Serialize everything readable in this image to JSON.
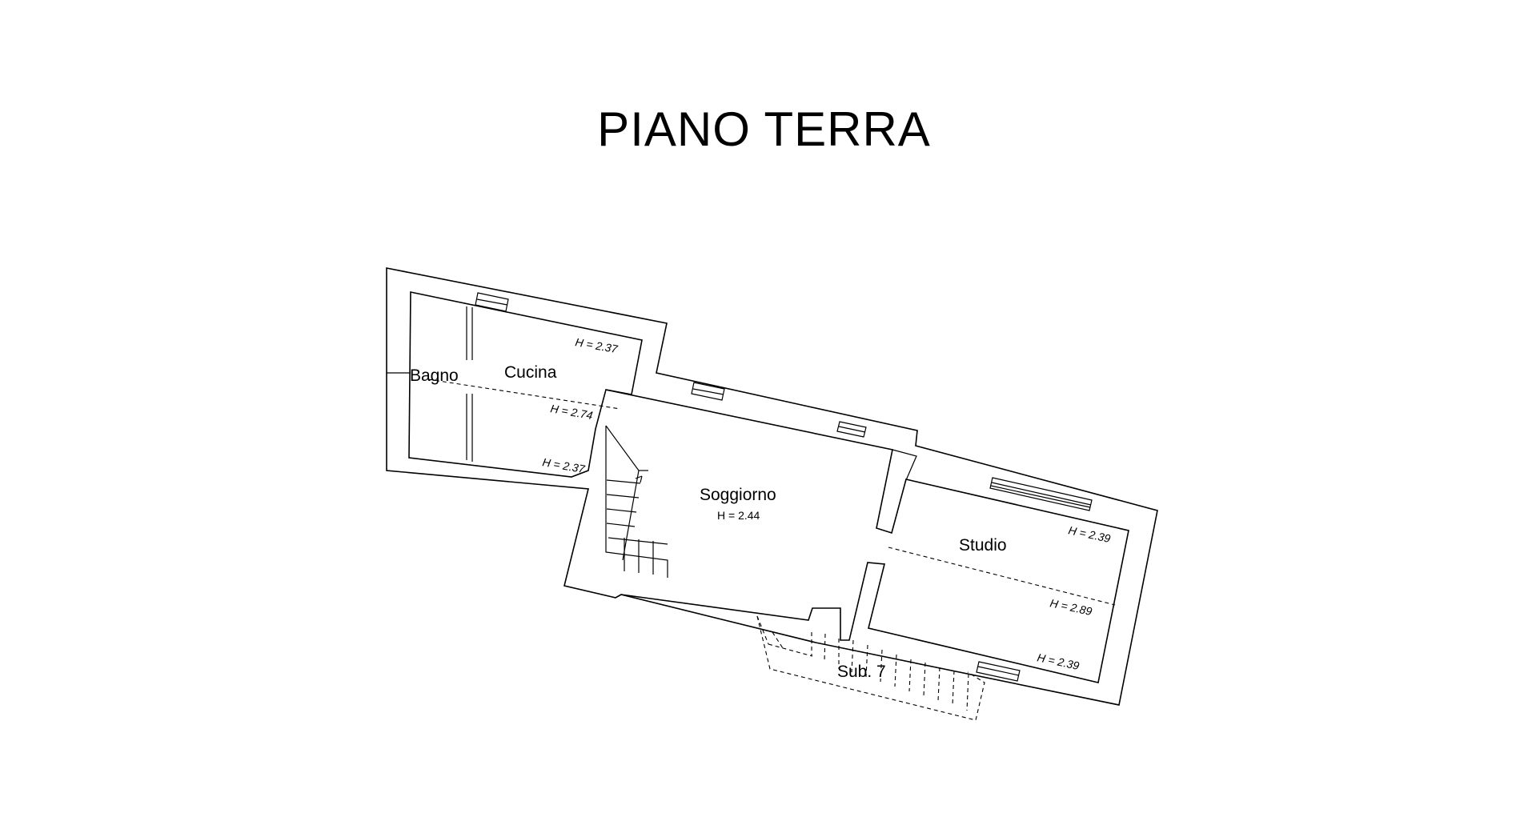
{
  "title": "PIANO TERRA",
  "rooms": {
    "bagno": "Bagno",
    "cucina": "Cucina",
    "soggiorno": "Soggiorno",
    "studio": "Studio",
    "sub": "Sub. 7"
  },
  "heights": {
    "cucina_top": "H = 2.37",
    "cucina_mid": "H = 2.74",
    "cucina_bottom": "H = 2.37",
    "soggiorno": "H = 2.44",
    "studio_top": "H = 2.39",
    "studio_mid": "H = 2.89",
    "studio_bottom": "H = 2.39"
  }
}
